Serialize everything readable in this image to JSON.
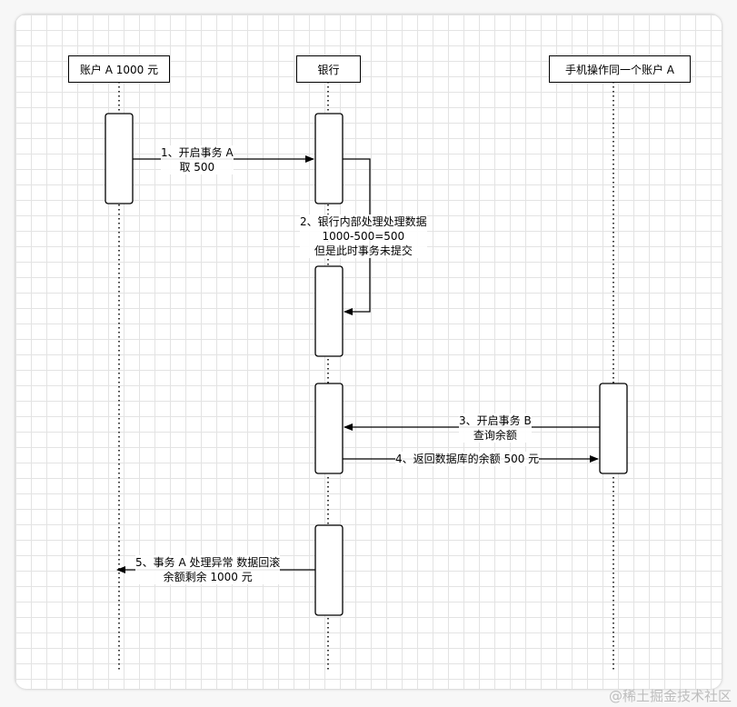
{
  "participants": {
    "account": "账户 A 1000 元",
    "bank": "银行",
    "phone": "手机操作同一个账户 A"
  },
  "messages": {
    "m1": "1、开启事务 A\n取 500",
    "m2": "2、银行内部处理处理数据\n1000-500=500\n但是此时事务未提交",
    "m3": "3、开启事务 B\n查询余额",
    "m4": "4、返回数据库的余额 500 元",
    "m5": "5、事务 A 处理异常 数据回滚\n余额剩余 1000 元"
  },
  "watermark": "@稀土掘金技术社区"
}
